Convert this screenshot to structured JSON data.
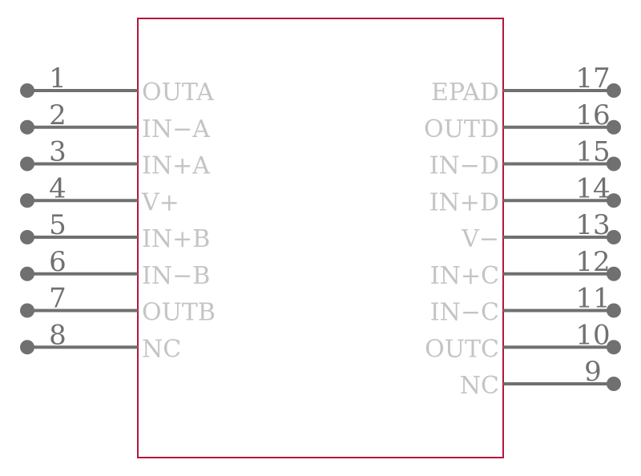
{
  "colors": {
    "body_outline": "#b5163d",
    "pin_line": "#707070",
    "pin_number": "#707070",
    "pin_name": "#c4c4c4",
    "background": "#ffffff"
  },
  "component": {
    "left_pins": [
      {
        "number": "1",
        "name": "OUTA"
      },
      {
        "number": "2",
        "name": "IN−A"
      },
      {
        "number": "3",
        "name": "IN+A"
      },
      {
        "number": "4",
        "name": "V+"
      },
      {
        "number": "5",
        "name": "IN+B"
      },
      {
        "number": "6",
        "name": "IN−B"
      },
      {
        "number": "7",
        "name": "OUTB"
      },
      {
        "number": "8",
        "name": "NC"
      }
    ],
    "right_pins": [
      {
        "number": "17",
        "name": "EPAD"
      },
      {
        "number": "16",
        "name": "OUTD"
      },
      {
        "number": "15",
        "name": "IN−D"
      },
      {
        "number": "14",
        "name": "IN+D"
      },
      {
        "number": "13",
        "name": "V−"
      },
      {
        "number": "12",
        "name": "IN+C"
      },
      {
        "number": "11",
        "name": "IN−C"
      },
      {
        "number": "10",
        "name": "OUTC"
      },
      {
        "number": "9",
        "name": "NC"
      }
    ]
  }
}
